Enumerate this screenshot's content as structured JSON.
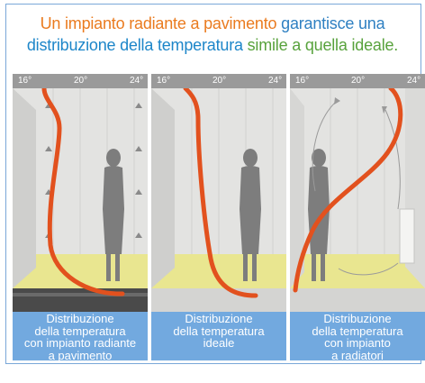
{
  "headline": {
    "part1": "Un impianto radiante a pavimento",
    "part2": " garantisce una",
    "part3": "distribuzione della temperatura",
    "part4": " simile a quella ideale."
  },
  "scale_labels": [
    "16°",
    "20°",
    "24°"
  ],
  "panels": [
    {
      "caption": [
        "Distribuzione",
        "della temperatura",
        "con impianto radiante",
        "a pavimento"
      ]
    },
    {
      "caption": [
        "Distribuzione",
        "della temperatura",
        "ideale"
      ]
    },
    {
      "caption": [
        "Distribuzione",
        "della temperatura",
        "con impianto",
        "a radiatori"
      ]
    }
  ],
  "colors": {
    "orange": "#ea7b1f",
    "blue": "#1d86c9",
    "green": "#58a23c",
    "caption_bg": "#72a9df",
    "curve": "#e2511e"
  }
}
